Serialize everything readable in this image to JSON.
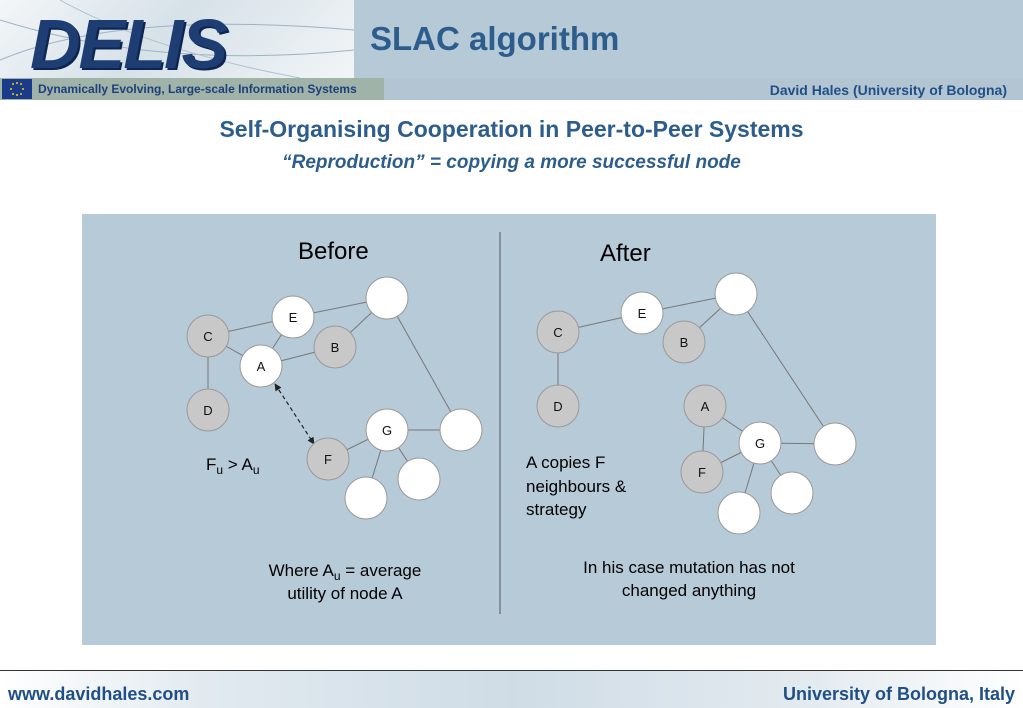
{
  "header": {
    "logo_text": "DELIS",
    "title": "SLAC algorithm",
    "project_name": "Dynamically Evolving, Large-scale Information Systems",
    "author": "David Hales (University of Bologna)"
  },
  "content": {
    "heading": "Self-Organising Cooperation in Peer-to-Peer Systems",
    "subheading": "“Reproduction” = copying a more successful node"
  },
  "diagram": {
    "before": {
      "title": "Before",
      "nodes": {
        "A": "A",
        "B": "B",
        "C": "C",
        "D": "D",
        "E": "E",
        "F": "F",
        "G": "G"
      },
      "inequality": {
        "F": "F",
        "F_sub": "u",
        "op": " > ",
        "A": "A",
        "A_sub": "u"
      },
      "note": {
        "line1_pre": "Where A",
        "line1_sub": "u",
        "line1_post": " = average",
        "line2": "utility of node A"
      }
    },
    "after": {
      "title": "After",
      "nodes": {
        "A": "A",
        "B": "B",
        "C": "C",
        "D": "D",
        "E": "E",
        "F": "F",
        "G": "G"
      },
      "caption": [
        "A copies F",
        "neighbours &",
        "strategy"
      ],
      "note": [
        "In his case mutation has not",
        "changed anything"
      ]
    },
    "colors": {
      "panel": "#b7cad8",
      "grey_node": "#c8c8c8",
      "white_node": "#ffffff"
    }
  },
  "footer": {
    "left": "www.davidhales.com",
    "right": "University of Bologna, Italy"
  }
}
